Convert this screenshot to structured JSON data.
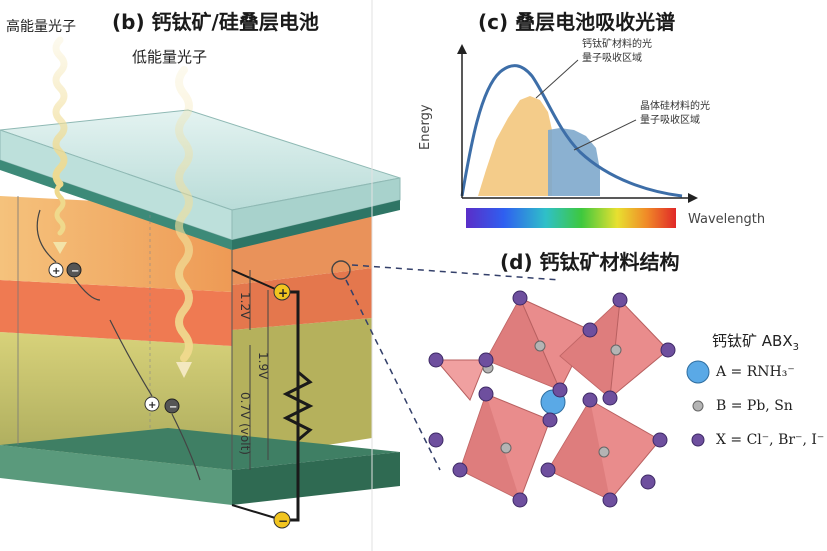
{
  "panel_b": {
    "title": "(b) 钙钛矿/硅叠层电池",
    "high_photon_label": "高能量光子",
    "low_photon_label": "低能量光子",
    "voltage_top": "1.2V",
    "voltage_total": "1.9V",
    "voltage_bottom": "0.7V (volt)",
    "plus_sign": "+",
    "minus_sign": "−"
  },
  "panel_c": {
    "title": "(c) 叠层电池吸收光谱",
    "y_axis_label": "Energy",
    "x_axis_label": "Wavelength",
    "annotation_perovskite_line1": "钙钛矿材料的光",
    "annotation_perovskite_line2": "量子吸收区域",
    "annotation_silicon_line1": "晶体硅材料的光",
    "annotation_silicon_line2": "量子吸收区域"
  },
  "panel_d": {
    "title": "(d) 钙钛矿材料结构",
    "legend_title": "钙钛矿 ABX",
    "legend_title_sub": "3",
    "legend_a": "A = RNH₃⁻",
    "legend_b": "B = Pb, Sn",
    "legend_x": "X = Cl⁻, Br⁻, I⁻"
  },
  "colors": {
    "perovskite_layer": "#f0a860",
    "junction_layer": "#ef7a52",
    "silicon_layer": "#c9c468",
    "glass": "#cfe8e6",
    "bottom_contact": "#4d8a6e",
    "spectrum_curve": "#3d6ea8",
    "perovskite_absorb": "#f3c77d",
    "silicon_absorb": "#7ea9cc",
    "octahedron": "#e98c8c",
    "atom_a": "#5aa9e6",
    "atom_b": "#b4b4b4",
    "atom_x": "#6e4f9e"
  }
}
